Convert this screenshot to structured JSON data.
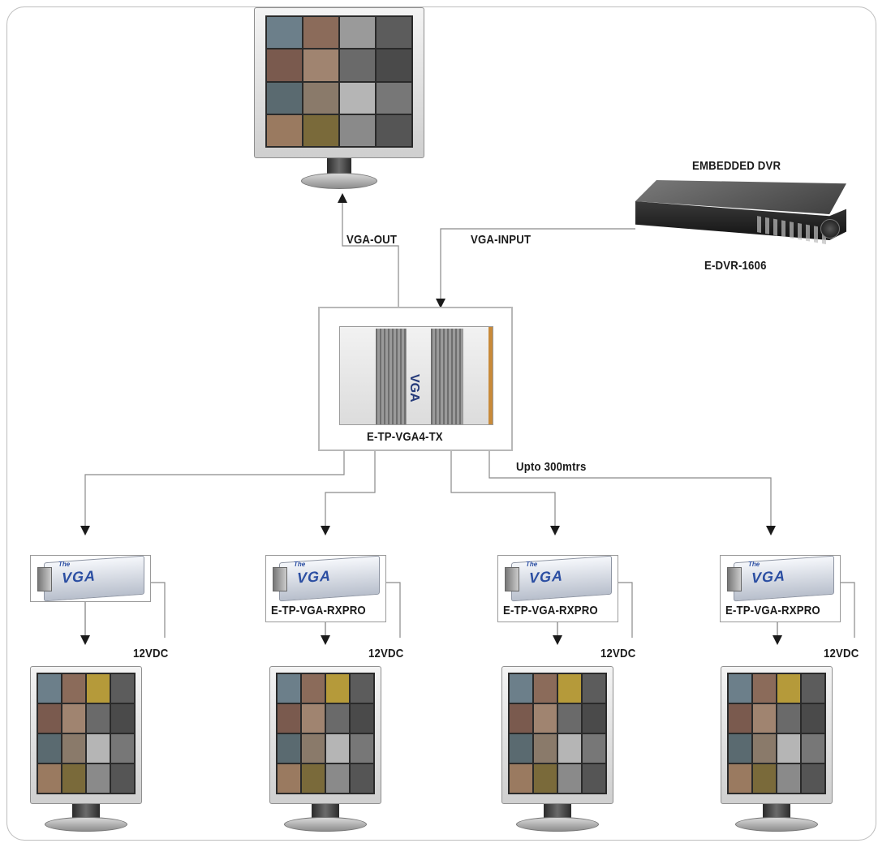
{
  "labels": {
    "vga_out": "VGA-OUT",
    "vga_input": "VGA-INPUT",
    "dvr_title": "EMBEDDED DVR",
    "dvr_model": "E-DVR-1606",
    "tx_model": "E-TP-VGA4-TX",
    "distance": "Upto 300mtrs",
    "rx_model": "E-TP-VGA-RXPRO",
    "power": "12VDC"
  },
  "tx_device_text": "VGA",
  "rx_device_text": {
    "the": "The",
    "logo": "VGA"
  },
  "colors": {
    "wire": "#8a8a8a",
    "arrow": "#1a1a1a",
    "box_border": "#b8b8b8",
    "frame": "#bdbdbd"
  }
}
